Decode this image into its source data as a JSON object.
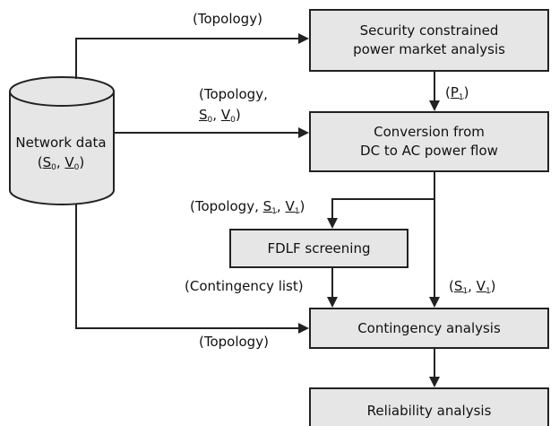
{
  "boxes": {
    "security_line1": "Security constrained",
    "security_line2": "power market analysis",
    "conversion_line1": "Conversion from",
    "conversion_line2": "DC to AC power flow",
    "fdlf": "FDLF screening",
    "contingency": "Contingency analysis",
    "reliability": "Reliability analysis"
  },
  "database": {
    "title": "Network data",
    "symbol_s": "S",
    "sub_s": "0",
    "symbol_v": "V",
    "sub_v": "0"
  },
  "labels": {
    "topology_top": "(Topology)",
    "topology_mid_line1": "(Topology,",
    "topology_mid_s": "S",
    "topology_mid_s_sub": "0",
    "topology_mid_v": "V",
    "topology_mid_v_sub": "0",
    "p1": "P",
    "p1_sub": "1",
    "topology_s1v1": "(Topology, ",
    "topology_s1v1_s": "S",
    "topology_s1v1_s_sub": "1",
    "topology_s1v1_v": "V",
    "topology_s1v1_v_sub": "1",
    "contingency_list": "(Contingency list)",
    "s1v1_s": "S",
    "s1v1_s_sub": "1",
    "s1v1_v": "V",
    "s1v1_v_sub": "1",
    "topology_bottom": "(Topology)"
  }
}
